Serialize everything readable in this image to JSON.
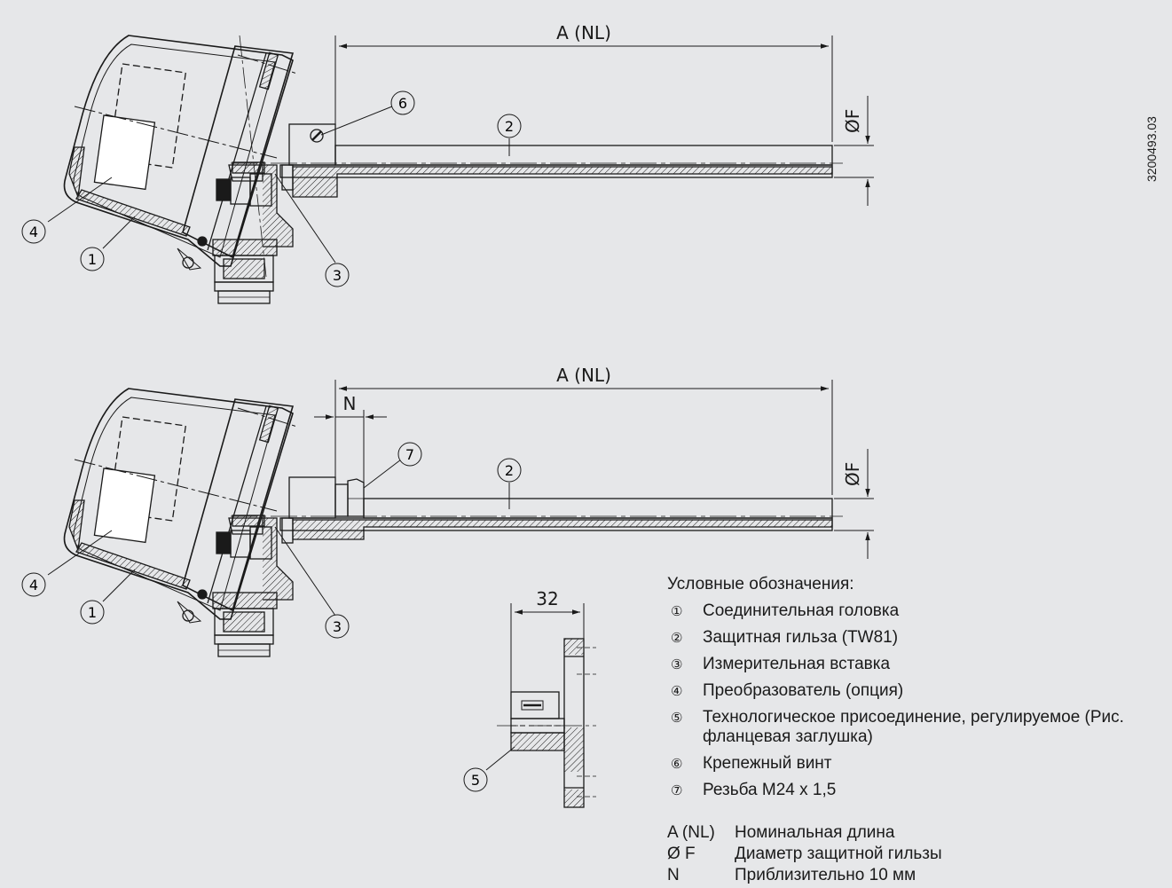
{
  "document_id": "3200493.03",
  "dimensions": {
    "nominal_length": "A (NL)",
    "diameter": "ØF",
    "thread_offset": "N",
    "flange_width": "32"
  },
  "callouts": [
    "①",
    "②",
    "③",
    "④",
    "⑤",
    "⑥",
    "⑦"
  ],
  "callout_digits": [
    "1",
    "2",
    "3",
    "4",
    "5",
    "6",
    "7"
  ],
  "legend": {
    "title": "Условные обозначения:",
    "items": [
      {
        "num": "①",
        "text": "Соединительная головка"
      },
      {
        "num": "②",
        "text": "Защитная гильза (TW81)"
      },
      {
        "num": "③",
        "text": "Измерительная вставка"
      },
      {
        "num": "④",
        "text": "Преобразователь (опция)"
      },
      {
        "num": "⑤",
        "text": "Технологическое присоединение, регулируемое (Рис. фланцевая заглушка)"
      },
      {
        "num": "⑥",
        "text": "Крепежный винт"
      },
      {
        "num": "⑦",
        "text": "Резьба M24 x 1,5"
      }
    ]
  },
  "abbreviations": [
    {
      "key": "A (NL)",
      "text": "Номинальная длина"
    },
    {
      "key": "Ø F",
      "text": "Диаметр защитной гильзы"
    },
    {
      "key": "N",
      "text": "Приблизительно 10 мм"
    }
  ],
  "colors": {
    "background": "#e6e7e9",
    "line": "#1a1a1a"
  }
}
